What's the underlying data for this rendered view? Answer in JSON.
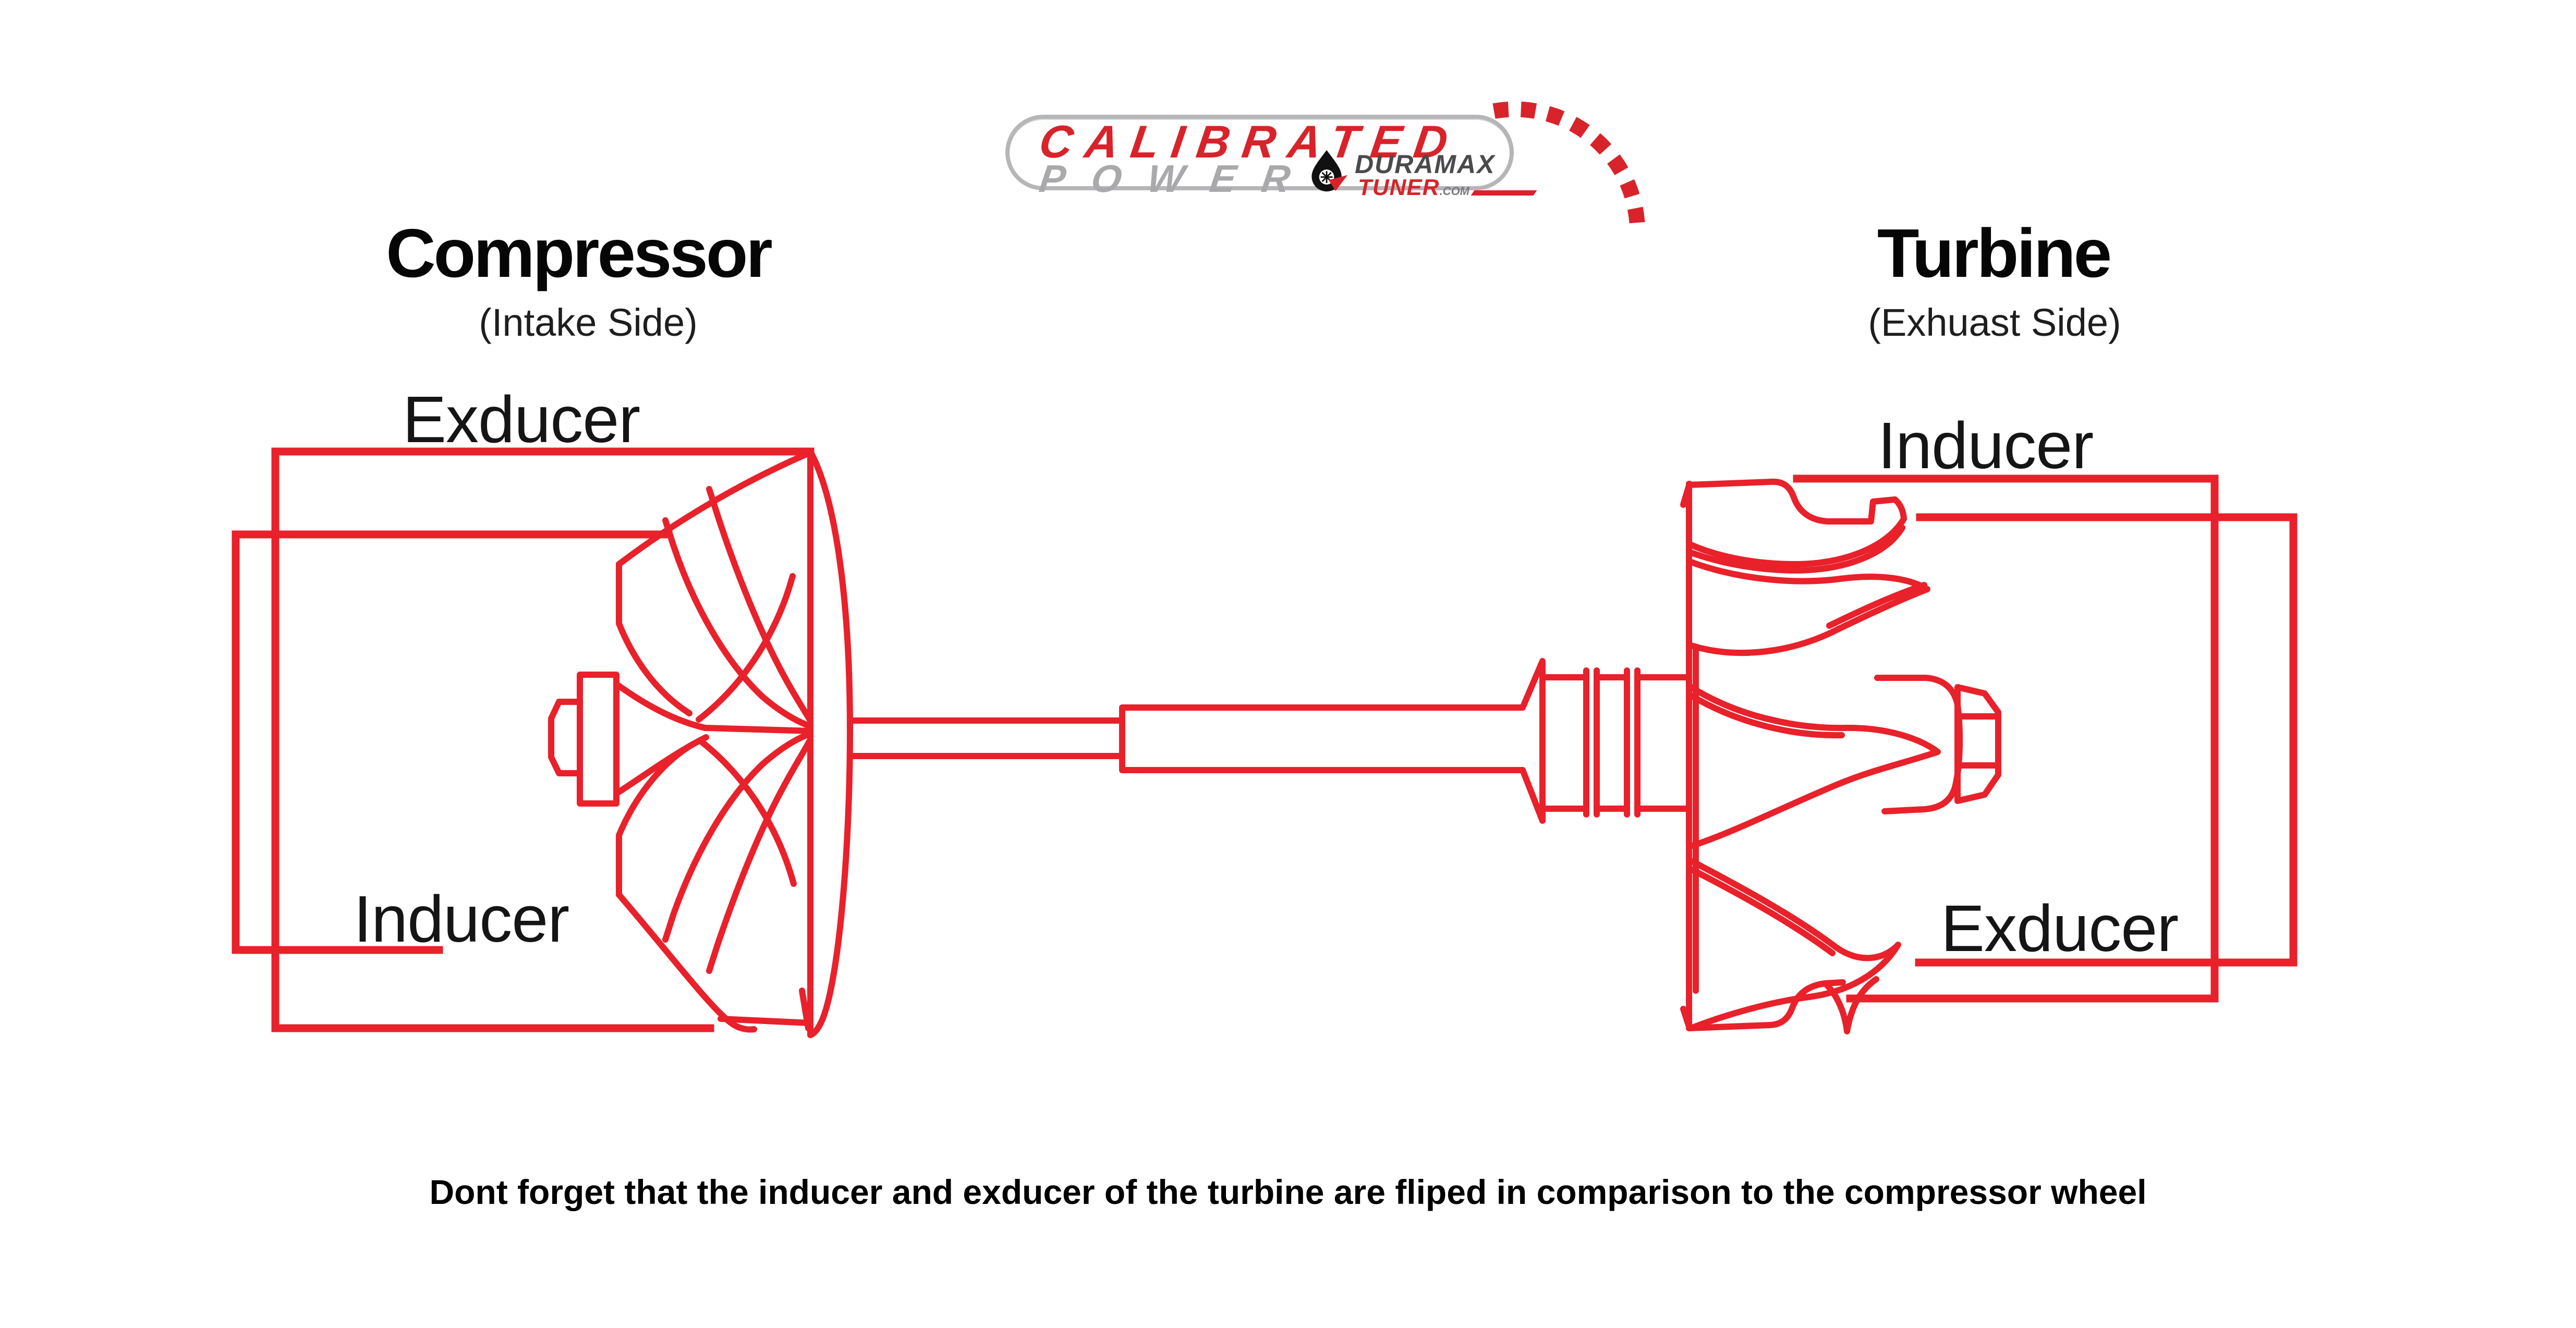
{
  "logo": {
    "brand_line1": "CALIBRATED",
    "brand_line2": "POWER",
    "sub_brand": "DURAMAX",
    "sub_brand2": "TUNER",
    "sub_brand2_suffix": ".COM",
    "turbo_icon": "turbo-drop-icon"
  },
  "left_section": {
    "title": "Compressor",
    "subtitle": "(Intake Side)",
    "label_top": "Exducer",
    "label_bottom": "Inducer"
  },
  "right_section": {
    "title": "Turbine",
    "subtitle": "(Exhuast Side)",
    "label_top": "Inducer",
    "label_bottom": "Exducer"
  },
  "footer_note": "Dont forget that the inducer and exducer of the turbine are fliped in comparison to the compressor wheel",
  "colors": {
    "line_red": "#e8212b",
    "logo_red": "#d8232a",
    "logo_silver": "#a9a9ab",
    "logo_dark": "#4b4b4d",
    "text_black": "#111111"
  }
}
